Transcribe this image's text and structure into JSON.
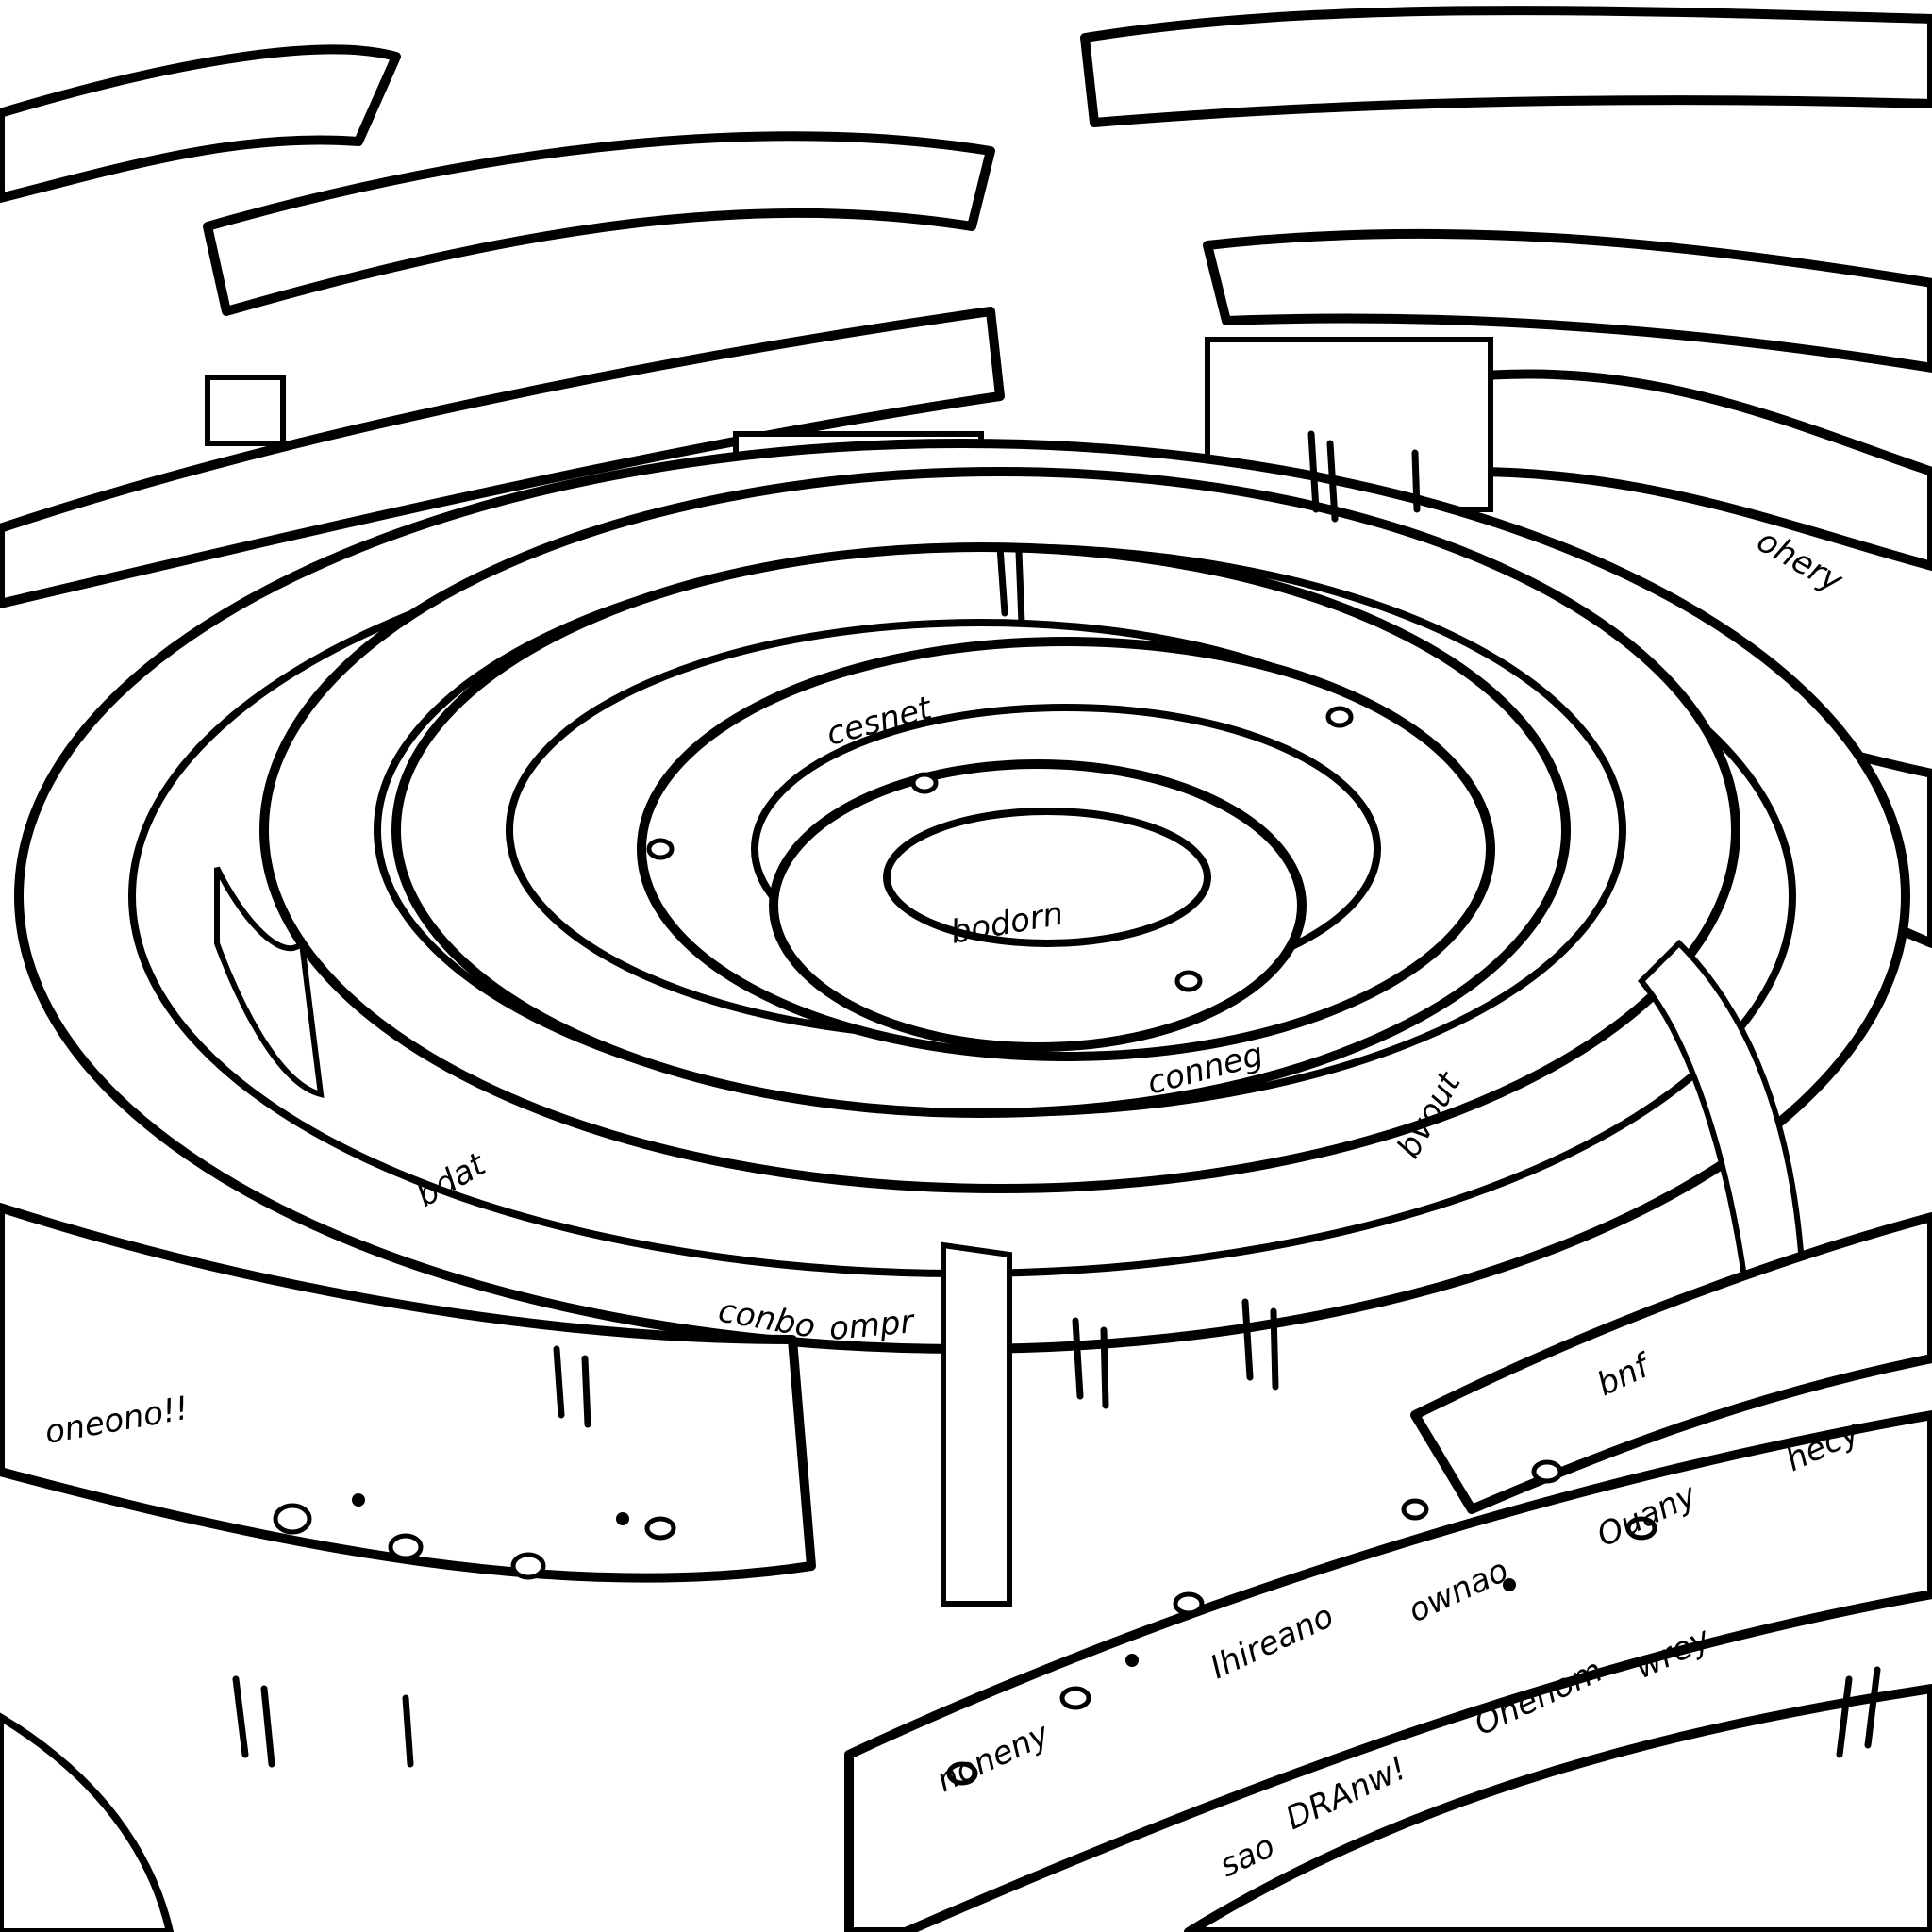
{
  "illustration": {
    "subject": "hedge maze line-art illustration",
    "style": "black-and-white coloring-book",
    "colors": {
      "ink": "#000000",
      "paper": "#ffffff"
    },
    "scribbles": [
      "hecy",
      "Ouany",
      "ownao",
      "wrey",
      "Onenom",
      "DRAnw!",
      "sao",
      "Ihireano",
      "noneny",
      "bodorn",
      "conneg",
      "conbo",
      "ompr",
      "oneono!!",
      "cesnet",
      "bdat",
      "bvout",
      "bnf",
      "ohery"
    ]
  }
}
